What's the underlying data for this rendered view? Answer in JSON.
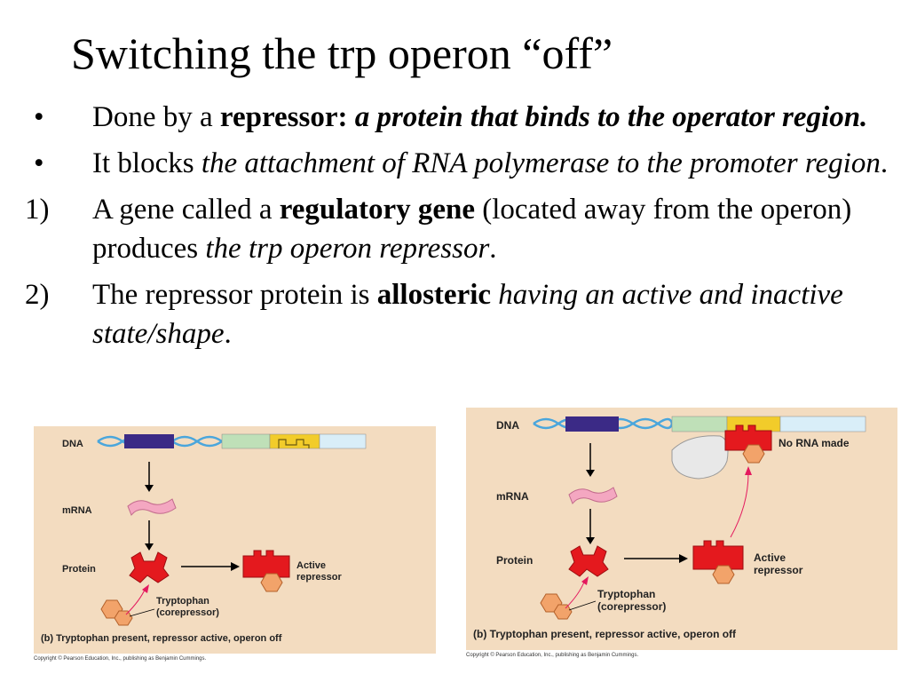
{
  "slide": {
    "title": "Switching the trp operon “off”",
    "items": [
      {
        "marker": "•",
        "parts": [
          {
            "text": "Done by a ",
            "style": "normal"
          },
          {
            "text": "repressor: ",
            "style": "bold"
          },
          {
            "text": "a protein that binds to the operator region.",
            "style": "bold-italic"
          }
        ]
      },
      {
        "marker": "•",
        "parts": [
          {
            "text": "It blocks ",
            "style": "normal"
          },
          {
            "text": "the attachment of RNA polymerase to the promoter region",
            "style": "italic"
          },
          {
            "text": ".",
            "style": "normal"
          }
        ]
      },
      {
        "marker": "1)",
        "parts": [
          {
            "text": "A gene called a ",
            "style": "normal"
          },
          {
            "text": "regulatory gene",
            "style": "bold"
          },
          {
            "text": " (located away from the operon) produces ",
            "style": "normal"
          },
          {
            "text": "the trp operon repressor",
            "style": "italic"
          },
          {
            "text": ".",
            "style": "normal"
          }
        ]
      },
      {
        "marker": "2)",
        "parts": [
          {
            "text": "The repressor protein is ",
            "style": "normal"
          },
          {
            "text": "allosteric",
            "style": "bold"
          },
          {
            "text": " ",
            "style": "normal"
          },
          {
            "text": "having an active and inactive state/shape",
            "style": "italic"
          },
          {
            "text": ".",
            "style": "normal"
          }
        ]
      }
    ]
  },
  "figure_left": {
    "dna_label": "DNA",
    "mrna_label": "mRNA",
    "protein_label": "Protein",
    "active_label_1": "Active",
    "active_label_2": "repressor",
    "trp_label_1": "Tryptophan",
    "trp_label_2": "(corepressor)",
    "caption": "(b) Tryptophan present, repressor active, operon off",
    "copyright": "Copyright © Pearson Education, Inc., publishing as Benjamin Cummings."
  },
  "figure_right": {
    "dna_label": "DNA",
    "mrna_label": "mRNA",
    "protein_label": "Protein",
    "active_label_1": "Active",
    "active_label_2": "repressor",
    "trp_label_1": "Tryptophan",
    "trp_label_2": "(corepressor)",
    "no_rna_label": "No RNA made",
    "caption": "(b) Tryptophan present, repressor active, operon off",
    "copyright": "Copyright © Pearson Education, Inc., publishing as Benjamin Cummings."
  },
  "colors": {
    "figure_background": "#f3dcc0",
    "regulatory_gene": "#3b2a86",
    "promoter": "#bfe0b8",
    "operator": "#f2cc2a",
    "trp_genes": "#d9eef8",
    "dna_helix": "#4aa6dc",
    "mrna": "#f4a7c1",
    "repressor": "#e4191e",
    "tryptophan": "#f2a36a",
    "rna_polymerase": "#e8e8e8"
  }
}
